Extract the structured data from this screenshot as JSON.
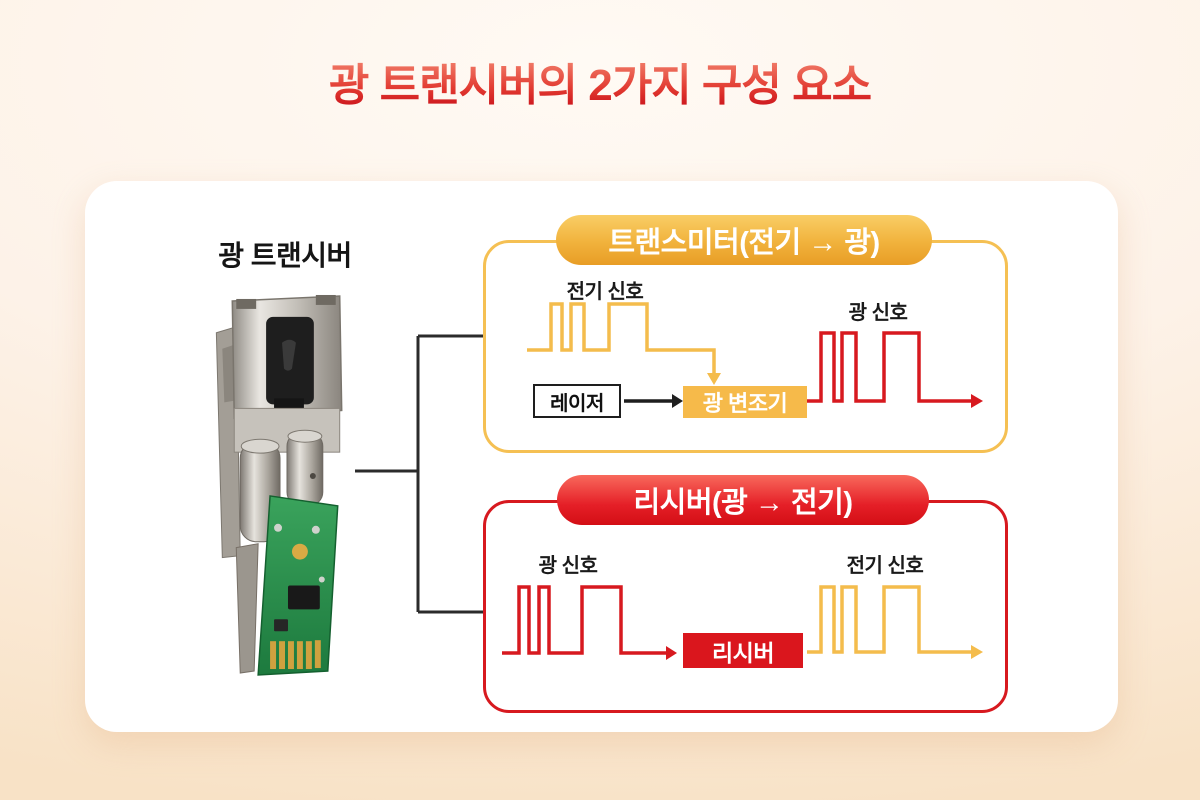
{
  "title": "광 트랜시버의 2가지 구성 요소",
  "device": {
    "label": "광 트랜시버"
  },
  "transmitter": {
    "header": "트랜스미터(전기 → 광)",
    "input_signal": "전기 신호",
    "laser": "레이저",
    "modulator": "광 변조기",
    "output_signal": "광 신호"
  },
  "receiver": {
    "header": "리시버(광 → 전기)",
    "input_signal": "광 신호",
    "box": "리시버",
    "output_signal": "전기 신호"
  },
  "colors": {
    "accent_gold": "#f2b23c",
    "accent_red": "#d7191f",
    "title_red_top": "#f07966",
    "title_red_bottom": "#c8101a",
    "background_peach": "#f8e2c6",
    "card_white": "#ffffff",
    "line_black": "#2b2b2b"
  }
}
